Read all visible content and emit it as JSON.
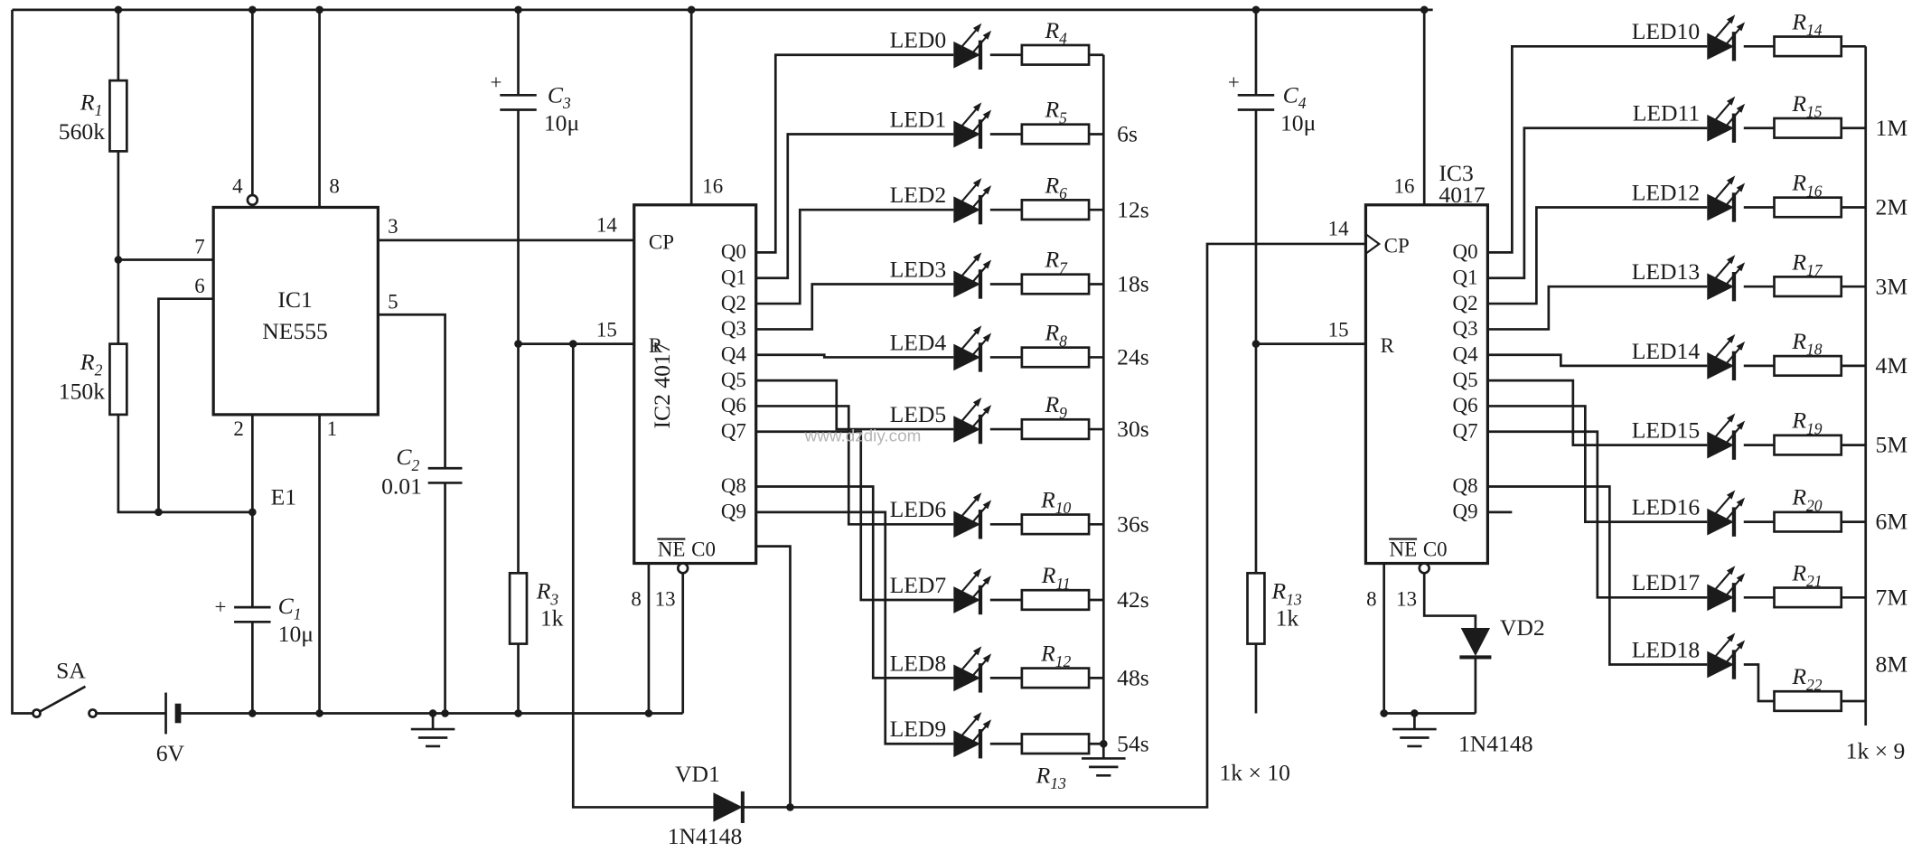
{
  "watermark": "www.dzdiy.com",
  "power": {
    "switch_label": "SA",
    "battery_label": "6V"
  },
  "ic1": {
    "name": "IC1",
    "part": "NE555",
    "node_label": "E1",
    "pin1": "1",
    "pin2": "2",
    "pin3": "3",
    "pin4": "4",
    "pin5": "5",
    "pin6": "6",
    "pin7": "7",
    "pin8": "8"
  },
  "passives": {
    "r1": {
      "ref": "R",
      "sub": "1",
      "value": "560k"
    },
    "r2": {
      "ref": "R",
      "sub": "2",
      "value": "150k"
    },
    "r3": {
      "ref": "R",
      "sub": "3",
      "value": "1k"
    },
    "r13b": {
      "ref": "R",
      "sub": "13",
      "value": "1k"
    },
    "c1": {
      "ref": "C",
      "sub": "1",
      "value": "10μ",
      "polarity": "+"
    },
    "c2": {
      "ref": "C",
      "sub": "2",
      "value": "0.01"
    },
    "c3": {
      "ref": "C",
      "sub": "3",
      "value": "10μ",
      "polarity": "+"
    },
    "c4": {
      "ref": "C",
      "sub": "4",
      "value": "10μ",
      "polarity": "+"
    }
  },
  "ic2": {
    "label": "IC2 4017",
    "pin16": "16",
    "pin14": "14",
    "pin15": "15",
    "pin8": "8",
    "pin13": "13",
    "cp": "CP",
    "reset": "R",
    "ne": "NE",
    "c0": "C0",
    "outputs": [
      "Q0",
      "Q1",
      "Q2",
      "Q3",
      "Q4",
      "Q5",
      "Q6",
      "Q7",
      "Q8",
      "Q9"
    ]
  },
  "ic3": {
    "name": "IC3",
    "part": "4017",
    "pin16": "16",
    "pin14": "14",
    "pin15": "15",
    "pin8": "8",
    "pin13": "13",
    "cp": "CP",
    "reset": "R",
    "ne": "NE",
    "c0": "C0",
    "outputs": [
      "Q0",
      "Q1",
      "Q2",
      "Q3",
      "Q4",
      "Q5",
      "Q6",
      "Q7",
      "Q8",
      "Q9"
    ]
  },
  "diodes": {
    "vd1": {
      "name": "VD1",
      "part": "1N4148"
    },
    "vd2": {
      "name": "VD2",
      "part": "1N4148"
    }
  },
  "bank1": {
    "note": "1k × 10",
    "rows": [
      {
        "led": "LED0",
        "r_ref": "R",
        "r_sub": "4",
        "time": ""
      },
      {
        "led": "LED1",
        "r_ref": "R",
        "r_sub": "5",
        "time": "6s"
      },
      {
        "led": "LED2",
        "r_ref": "R",
        "r_sub": "6",
        "time": "12s"
      },
      {
        "led": "LED3",
        "r_ref": "R",
        "r_sub": "7",
        "time": "18s"
      },
      {
        "led": "LED4",
        "r_ref": "R",
        "r_sub": "8",
        "time": "24s"
      },
      {
        "led": "LED5",
        "r_ref": "R",
        "r_sub": "9",
        "time": "30s"
      },
      {
        "led": "LED6",
        "r_ref": "R",
        "r_sub": "10",
        "time": "36s"
      },
      {
        "led": "LED7",
        "r_ref": "R",
        "r_sub": "11",
        "time": "42s"
      },
      {
        "led": "LED8",
        "r_ref": "R",
        "r_sub": "12",
        "time": "48s"
      },
      {
        "led": "LED9",
        "r_ref": "R",
        "r_sub": "13",
        "time": "54s"
      }
    ]
  },
  "bank2": {
    "note": "1k × 9",
    "rows": [
      {
        "led": "LED10",
        "r_ref": "R",
        "r_sub": "14",
        "time": ""
      },
      {
        "led": "LED11",
        "r_ref": "R",
        "r_sub": "15",
        "time": "1M"
      },
      {
        "led": "LED12",
        "r_ref": "R",
        "r_sub": "16",
        "time": "2M"
      },
      {
        "led": "LED13",
        "r_ref": "R",
        "r_sub": "17",
        "time": "3M"
      },
      {
        "led": "LED14",
        "r_ref": "R",
        "r_sub": "18",
        "time": "4M"
      },
      {
        "led": "LED15",
        "r_ref": "R",
        "r_sub": "19",
        "time": "5M"
      },
      {
        "led": "LED16",
        "r_ref": "R",
        "r_sub": "20",
        "time": "6M"
      },
      {
        "led": "LED17",
        "r_ref": "R",
        "r_sub": "21",
        "time": "7M"
      },
      {
        "led": "LED18",
        "r_ref": "R",
        "r_sub": "22",
        "time": "8M"
      }
    ]
  }
}
